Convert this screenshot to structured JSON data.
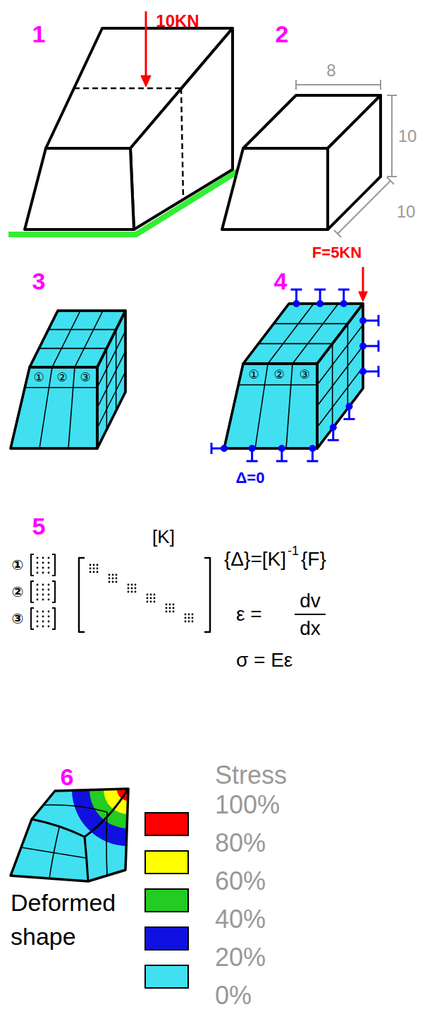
{
  "diagram": {
    "labels": [
      "1",
      "10KN",
      "2",
      "8",
      "10",
      "10",
      "3",
      "①",
      "②",
      "③",
      "4",
      "F=5KN",
      "①",
      "②",
      "③",
      "Δ=0",
      "5",
      "①",
      "②",
      "③",
      "[K]",
      "{Δ}=[K]",
      "-1",
      "{F}",
      "ε =",
      "dv",
      "dx",
      "σ = Eε",
      "6",
      "Stress",
      "0%",
      "Deformed shape"
    ],
    "legend": [
      {
        "text": "100%",
        "color": "#ff0000"
      },
      {
        "text": "80%",
        "color": "#ffff00"
      },
      {
        "text": "60%",
        "color": "#22cc22"
      },
      {
        "text": "40%",
        "color": "#1010e0"
      },
      {
        "text": "20%",
        "color": "#40e0f0"
      }
    ]
  }
}
